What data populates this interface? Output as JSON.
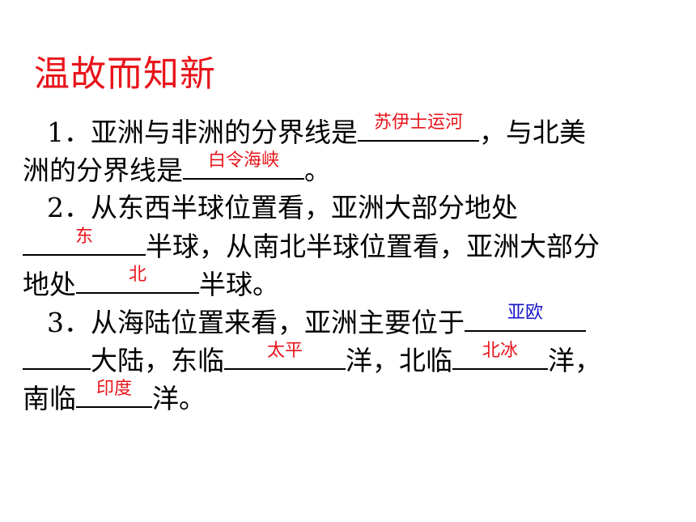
{
  "title": "温故而知新",
  "q1": {
    "prefix": "1．亚洲与非洲的分界线是",
    "answer_africa": "苏伊士运河",
    "mid": "，与北美",
    "line2_prefix": "洲的分界线是",
    "answer_america": "白令海峡",
    "line2_suffix": "。"
  },
  "q2": {
    "line1": "2．从东西半球位置看，亚洲大部分地处",
    "answer_ew": "东",
    "line2_text": "半球，从南北半球位置看，亚洲大部分",
    "line3_prefix": "地处",
    "answer_ns": "北",
    "line3_suffix": "半球。"
  },
  "q3": {
    "line1_prefix": "3．从海陆位置来看，亚洲主要位于",
    "answer_continent": "亚欧",
    "line2_a": "大陆，东临",
    "answer_east": "太平",
    "line2_b": "洋，北临",
    "answer_north": "北冰",
    "line2_c": "洋，",
    "line3_prefix": "南临",
    "answer_south": "印度",
    "line3_suffix": "洋。"
  },
  "colors": {
    "title": "#e8141a",
    "answer_red": "#e8141a",
    "answer_blue": "#1515c8"
  }
}
